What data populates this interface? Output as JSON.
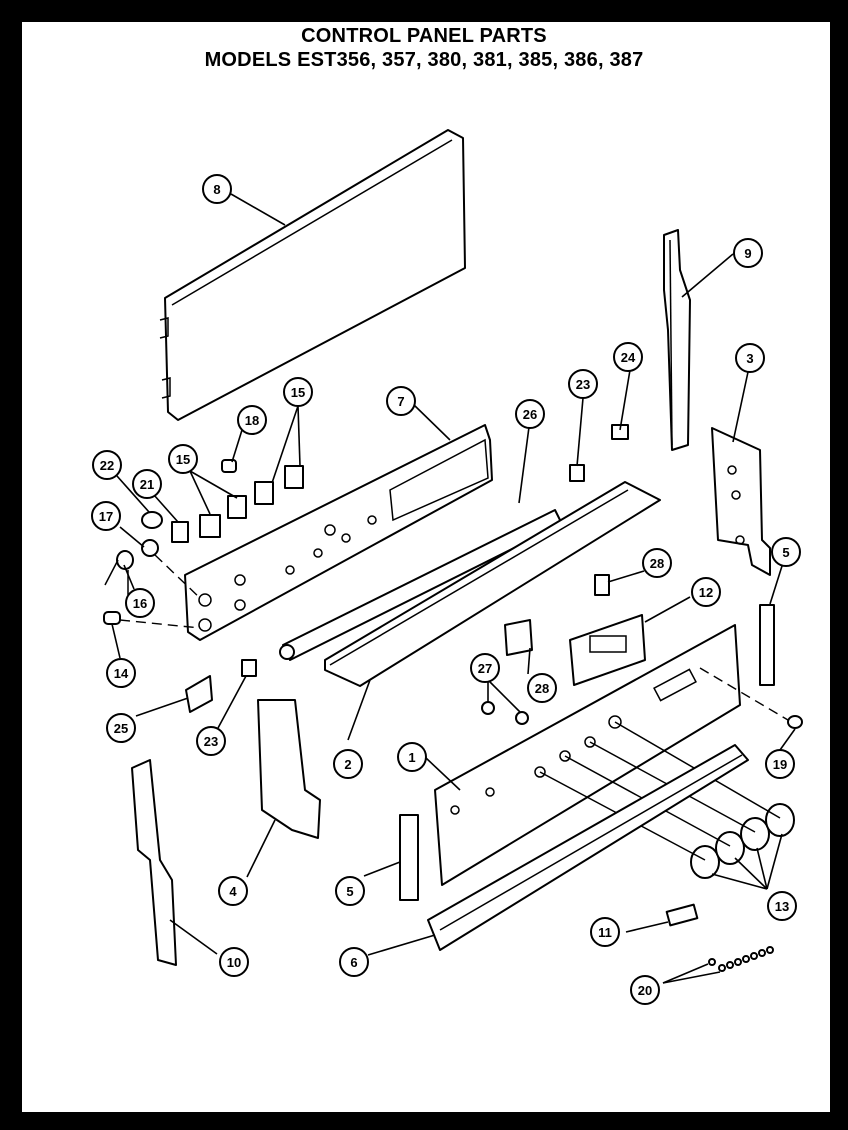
{
  "title": {
    "line1": "CONTROL PANEL PARTS",
    "line2": "MODELS EST356, 357, 380, 381, 385, 386, 387"
  },
  "callouts": [
    "8",
    "9",
    "24",
    "23",
    "3",
    "15",
    "18",
    "7",
    "26",
    "22",
    "15",
    "21",
    "17",
    "5",
    "28",
    "16",
    "12",
    "14",
    "27",
    "28",
    "25",
    "23",
    "2",
    "1",
    "19",
    "4",
    "5",
    "13",
    "10",
    "6",
    "11",
    "20"
  ]
}
